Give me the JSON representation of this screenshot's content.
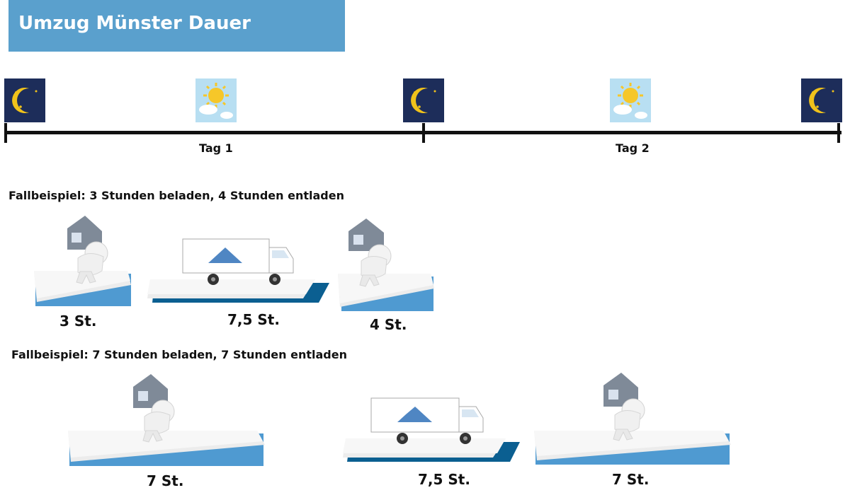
{
  "title": "Umzug Münster Dauer",
  "timeline": {
    "days": [
      "Tag 1",
      "Tag 2"
    ],
    "icons": [
      "moon-icon",
      "sun-icon",
      "moon-icon",
      "sun-icon",
      "moon-icon"
    ]
  },
  "cases": [
    {
      "label": "Fallbeispiel: 3 Stunden beladen, 4 Stunden entladen",
      "steps": [
        {
          "icon": "house-carrier-icon",
          "hours": "3 St."
        },
        {
          "icon": "truck-icon",
          "hours": "7,5 St."
        },
        {
          "icon": "house-carrier-icon",
          "hours": "4 St."
        }
      ]
    },
    {
      "label": "Fallbeispiel: 7 Stunden beladen, 7 Stunden entladen",
      "steps": [
        {
          "icon": "house-carrier-icon",
          "hours": "7 St."
        },
        {
          "icon": "truck-icon",
          "hours": "7,5 St."
        },
        {
          "icon": "house-carrier-icon",
          "hours": "7 St."
        }
      ]
    }
  ],
  "colors": {
    "banner": "#5aa0cd",
    "night": "#1d2d5a",
    "day": "#b8dff2",
    "platform_blue": "#4f9ad1",
    "platform_dark": "#0b5f91"
  }
}
